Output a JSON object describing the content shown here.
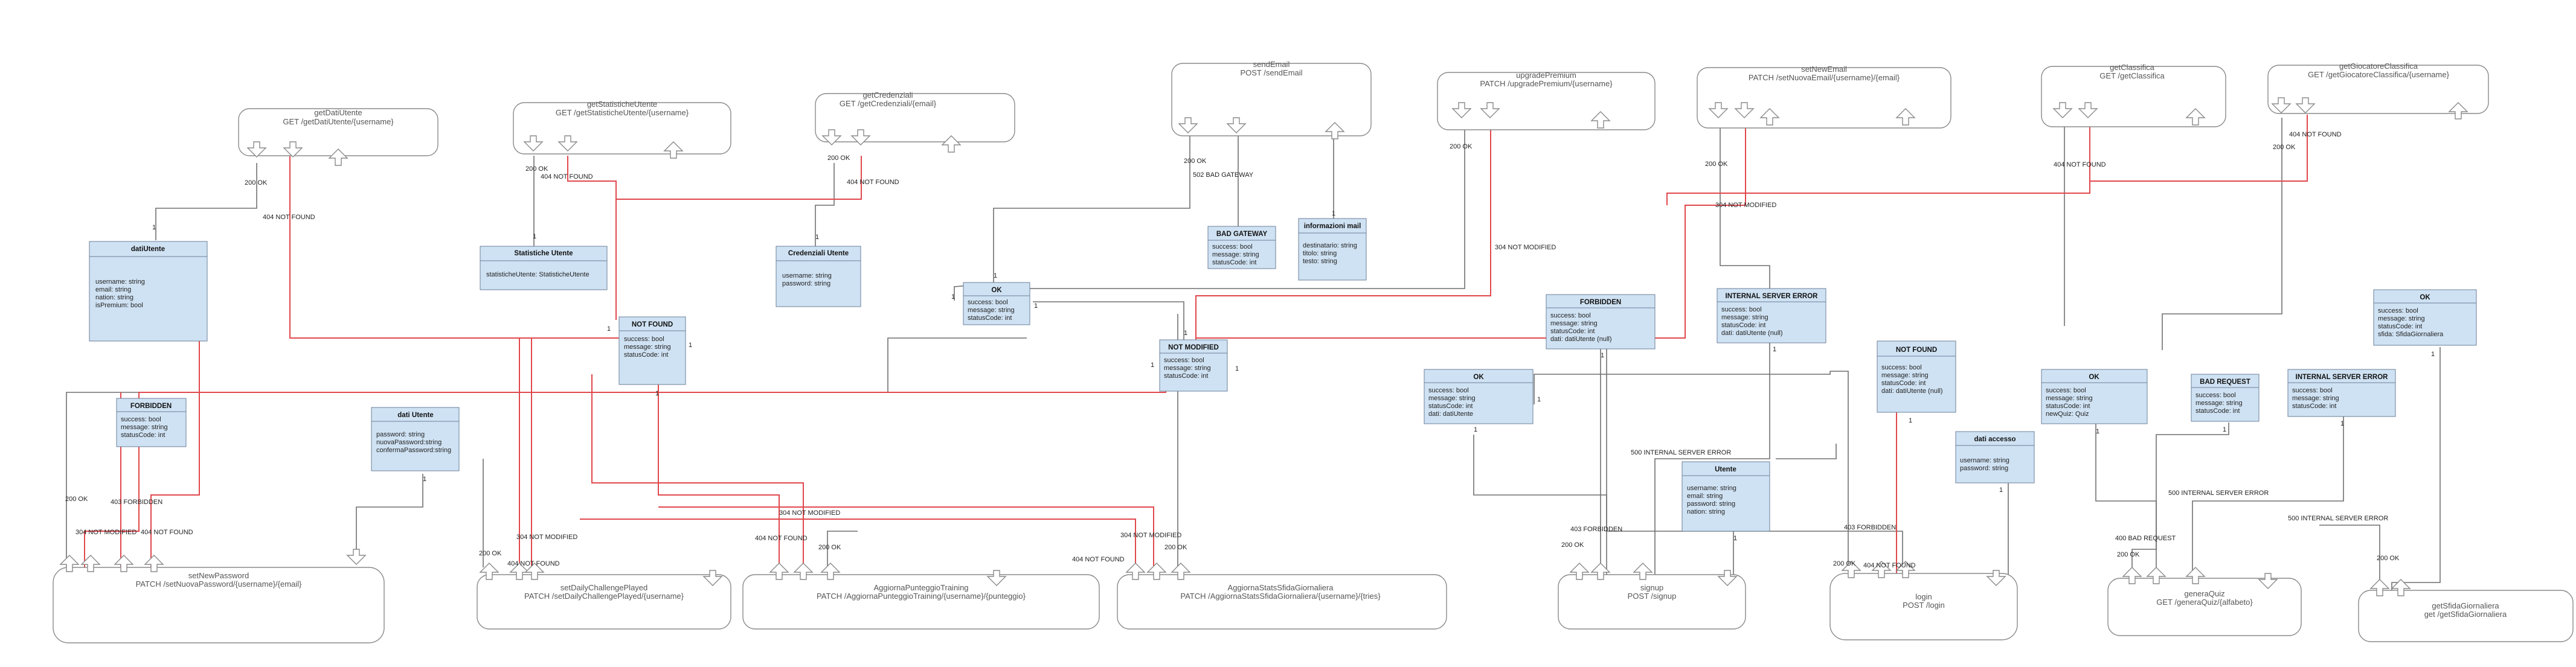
{
  "endpoints": {
    "getDatiUtente": {
      "name": "getDatiUtente",
      "route": "GET /getDatiUtente/{username}"
    },
    "getStatisticheUtente": {
      "name": "getStatisticheUtente",
      "route": "GET /getStatisticheUtente/{username}"
    },
    "getCredenziali": {
      "name": "getCredenziali",
      "route": "GET /getCredenziali/{email}"
    },
    "sendEmail": {
      "name": "sendEmail",
      "route": "POST /sendEmail"
    },
    "upgradePremium": {
      "name": "upgradePremium",
      "route": "PATCH /upgradePremium/{username}"
    },
    "setNewEmail": {
      "name": "setNewEmail",
      "route": "PATCH /setNuovaEmail/{username}/{email}"
    },
    "getClassifica": {
      "name": "getClassifica",
      "route": "GET /getClassifica"
    },
    "getGiocatoreClassifica": {
      "name": "getGiocatoreClassifica",
      "route": "GET /getGiocatoreClassifica/{username}"
    },
    "setNewPassword": {
      "name": "setNewPassword",
      "route": "PATCH /setNuovaPassword/{username}/{email}"
    },
    "setDailyChallengePlayed": {
      "name": "setDailyChallengePlayed",
      "route": "PATCH /setDailyChallengePlayed/{username}"
    },
    "aggiornaPunteggioTraining": {
      "name": "AggiornaPunteggioTraining",
      "route": "PATCH /AggiornaPunteggioTraining/{username}/{punteggio}"
    },
    "aggiornaStatsSfidaGiornaliera": {
      "name": "AggiornaStatsSfidaGiornaliera",
      "route": "PATCH /AggiornaStatsSfidaGiornaliera/{username}/{tries}"
    },
    "signup": {
      "name": "signup",
      "route": "POST /signup"
    },
    "login": {
      "name": "login",
      "route": "POST /login"
    },
    "generaQuiz": {
      "name": "generaQuiz",
      "route": "GET /generaQuiz/{alfabeto}"
    },
    "getSfidaGiornaliera": {
      "name": "getSfidaGiornaliera",
      "route": "get /getSfidaGiornaliera"
    }
  },
  "classes": {
    "datiUtente": {
      "title": "datiUtente",
      "lines": [
        "username: string",
        "email: string",
        "nation: string",
        "isPremium: bool"
      ]
    },
    "statisticheUtente": {
      "title": "Statistiche Utente",
      "lines": [
        "statisticheUtente: StatisticheUtente"
      ]
    },
    "credenzialiUtente": {
      "title": "Credenziali Utente",
      "lines": [
        "username: string",
        "password: string"
      ]
    },
    "badGateway": {
      "title": "BAD GATEWAY",
      "lines": [
        "success: bool",
        "message: string",
        "statusCode: int"
      ]
    },
    "informazioniMail": {
      "title": "informazioni mail",
      "lines": [
        "destinatario: string",
        "titolo: string",
        "testo: string"
      ]
    },
    "notFound1": {
      "title": "NOT FOUND",
      "lines": [
        "success: bool",
        "message: string",
        "statusCode: int"
      ]
    },
    "ok1": {
      "title": "OK",
      "lines": [
        "success: bool",
        "message: string",
        "statusCode: int"
      ]
    },
    "notModified": {
      "title": "NOT MODIFIED",
      "lines": [
        "success: bool",
        "message: string",
        "statusCode: int"
      ]
    },
    "forbidden1": {
      "title": "FORBIDDEN",
      "lines": [
        "success: bool",
        "message: string",
        "statusCode: int"
      ]
    },
    "datiUtente2": {
      "title": "dati Utente",
      "lines": [
        "password: string",
        "nuovaPassword:string",
        "confermaPassword:string"
      ]
    },
    "forbidden2": {
      "title": "FORBIDDEN",
      "lines": [
        "success: bool",
        "message: string",
        "statusCode: int",
        "dati: datiUtente (null)"
      ]
    },
    "internalServerError1": {
      "title": "INTERNAL SERVER ERROR",
      "lines": [
        "success: bool",
        "message: string",
        "statusCode: int",
        "dati: datiUtente (null)"
      ]
    },
    "ok2": {
      "title": "OK",
      "lines": [
        "success: bool",
        "message: string",
        "statusCode: int",
        "dati: datiUtente"
      ]
    },
    "notFound2": {
      "title": "NOT FOUND",
      "lines": [
        "success: bool",
        "message: string",
        "statusCode: int",
        "dati: datiUtente (null)"
      ]
    },
    "utente": {
      "title": "Utente",
      "lines": [
        "username: string",
        "email: string",
        "password: string",
        "nation: string"
      ]
    },
    "datiAccesso": {
      "title": "dati accesso",
      "lines": [
        "username: string",
        "password: string"
      ]
    },
    "ok3": {
      "title": "OK",
      "lines": [
        "success: bool",
        "message: string",
        "statusCode: int",
        "newQuiz: Quiz"
      ]
    },
    "badRequest": {
      "title": "BAD REQUEST",
      "lines": [
        "success: bool",
        "message: string",
        "statusCode: int"
      ]
    },
    "internalServerError2": {
      "title": "INTERNAL SERVER ERROR",
      "lines": [
        "success: bool",
        "message: string",
        "statusCode: int"
      ]
    },
    "ok4": {
      "title": "OK",
      "lines": [
        "success: bool",
        "message: string",
        "statusCode: int",
        "sfida: SfidaGiornaliera"
      ]
    }
  },
  "edge_labels": {
    "ok200": "200 OK",
    "nf404": "404 NOT FOUND",
    "nm304": "304 NOT MODIFIED",
    "bg502": "502 BAD GATEWAY",
    "fb403": "403 FORBIDDEN",
    "ise500": "500 INTERNAL SERVER ERROR",
    "br400": "400 BAD REQUEST",
    "one": "1"
  },
  "colors": {
    "class_fill": "#cfe2f3",
    "class_stroke": "#6b7f99",
    "error_line": "#e0474c",
    "line": "#6f6f6f",
    "endpoint_stroke": "#8a8a8a"
  }
}
